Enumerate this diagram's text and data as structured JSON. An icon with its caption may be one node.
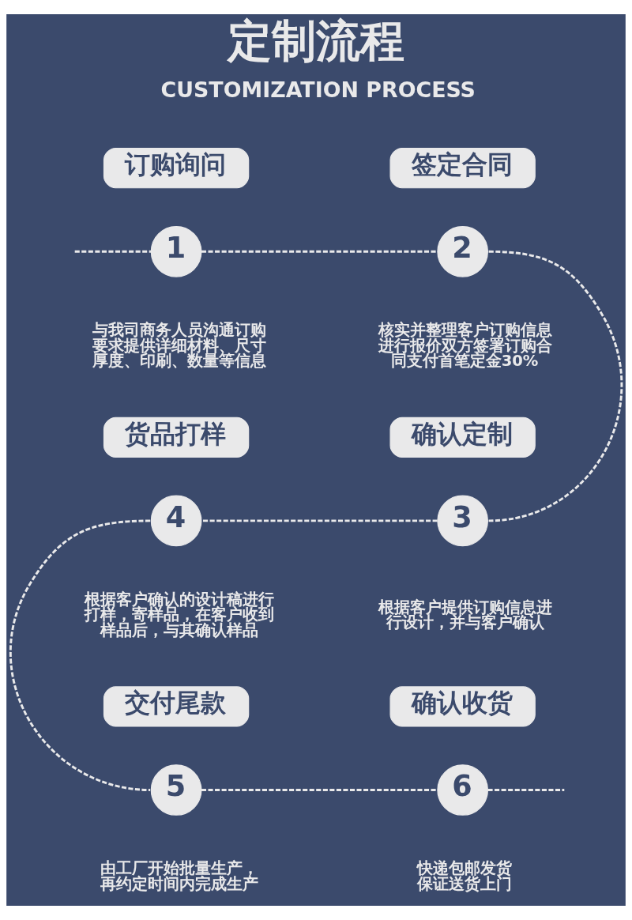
{
  "diagram": {
    "title": "定制流程",
    "nodes": [
      {
        "text": [
          "订购询问"
        ]
      },
      {
        "text": [
          "签定合同"
        ]
      },
      {
        "text": [
          "1"
        ],
        "beside": [
          "与我司商务人员沟通订购要求提供详细材料、尺寸厚度、印刷、数量等信息"
        ]
      },
      {
        "text": [
          "2"
        ],
        "beside": [
          "核实并整理客户订购信息进行报价双方签署订购合同支付首笔定金30%"
        ]
      },
      {
        "text": [
          "货品打样"
        ]
      },
      {
        "text": [
          "确认定制"
        ]
      },
      {
        "text": [
          "4"
        ],
        "beside": [
          "根据客户确认的设计稿进行打样，寄样品，在客户收到样品后，与其确认样品"
        ]
      },
      {
        "text": [
          "3"
        ],
        "beside": [
          "根据客户提供订购信息进行设计，并与客户确认"
        ]
      },
      {
        "text": [
          "交付尾款"
        ]
      },
      {
        "text": [
          "确认收货"
        ]
      },
      {
        "text": [
          "5"
        ],
        "beside": [
          "由工厂开始批量生产，再约定时间内完成生产"
        ]
      },
      {
        "text": [
          "6"
        ],
        "beside": [
          "快递包邮发货保证送货上门"
        ]
      }
    ],
    "edges": [
      {
        "from": null,
        "to": 2,
        "arrow": "none",
        "style": "dashed"
      },
      {
        "from": 2,
        "to": 3,
        "arrow": "none",
        "style": "dashed"
      },
      {
        "from": 3,
        "to": 7,
        "arrow": "none",
        "style": "dashed"
      },
      {
        "from": 7,
        "to": 6,
        "arrow": "none",
        "style": "dashed"
      },
      {
        "from": 6,
        "to": 10,
        "arrow": "none",
        "style": "dashed"
      },
      {
        "from": 10,
        "to": 11,
        "arrow": "none",
        "style": "dashed"
      },
      {
        "from": 11,
        "to": null,
        "arrow": "none",
        "style": "dashed"
      }
    ],
    "labels": [
      "CUSTOMIZATION PROCESS"
    ]
  }
}
